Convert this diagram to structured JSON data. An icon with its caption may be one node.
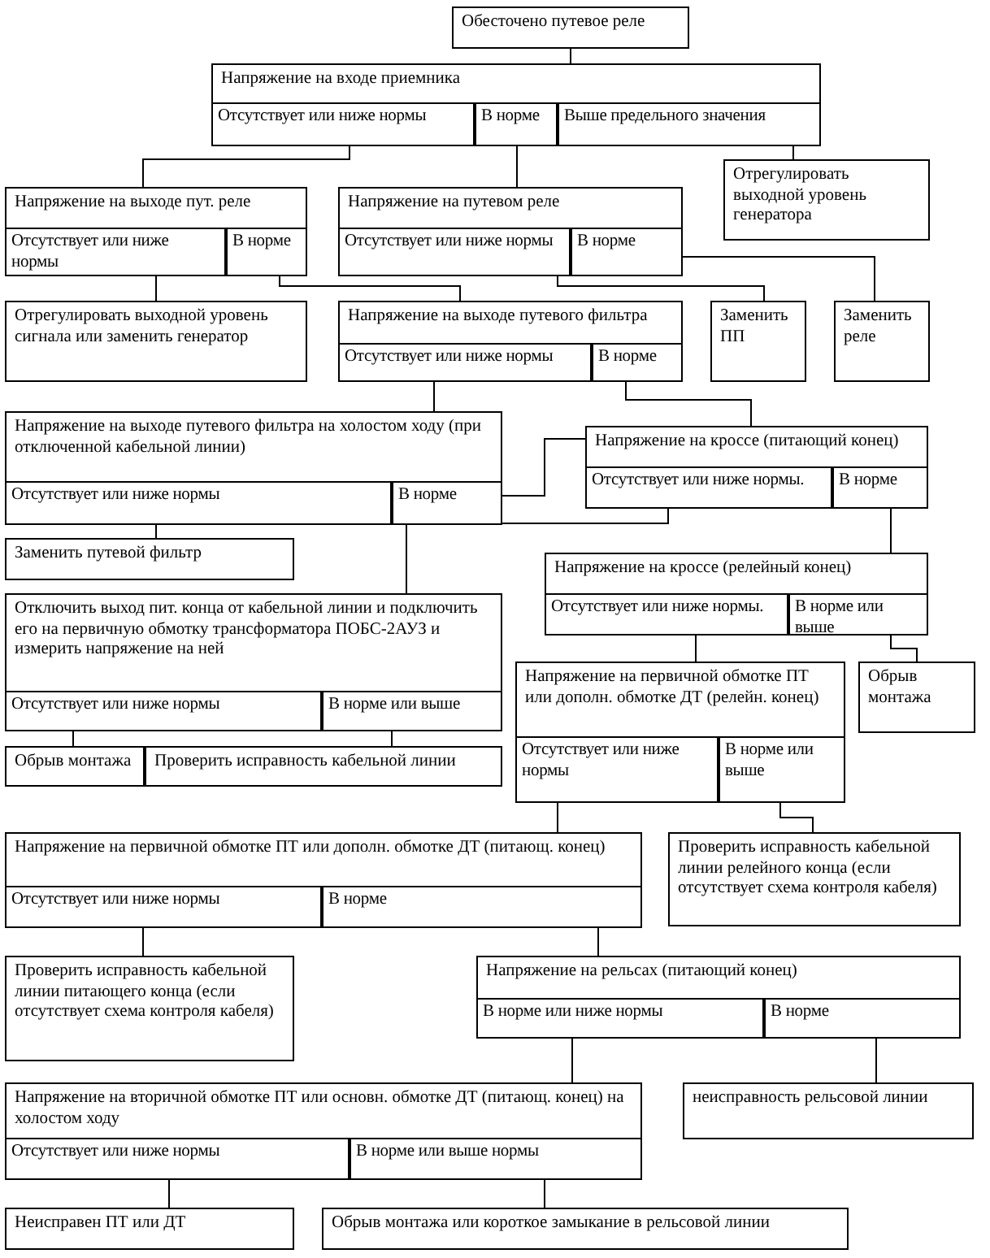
{
  "diagram": {
    "nodes": [
      {
        "text": [
          "Обесточено путевое реле"
        ]
      },
      {
        "text": [
          "Напряжение на входе приемника"
        ]
      },
      {
        "text": [
          "Отсутствует или ниже нормы"
        ],
        "in": 1
      },
      {
        "text": [
          "В норме"
        ],
        "in": 1
      },
      {
        "text": [
          "Выше предельного значения"
        ],
        "in": 1
      },
      {
        "text": [
          "Напряжение на выходе пут. реле"
        ]
      },
      {
        "text": [
          "Отсутствует или ниже нормы"
        ],
        "in": 5
      },
      {
        "text": [
          "В норме"
        ],
        "in": 5
      },
      {
        "text": [
          "Напряжение на путевом реле"
        ]
      },
      {
        "text": [
          "Отсутствует или ниже нормы"
        ],
        "in": 8
      },
      {
        "text": [
          "В норме"
        ],
        "in": 8
      },
      {
        "text": [
          "Отрегулировать выходной уровень генератора"
        ]
      },
      {
        "text": [
          "Отрегулировать выходной уровень сигнала или заменить генератор"
        ]
      },
      {
        "text": [
          "Напряжение на выходе путевого фильтра"
        ]
      },
      {
        "text": [
          "Отсутствует или ниже нормы"
        ],
        "in": 13
      },
      {
        "text": [
          "В норме"
        ],
        "in": 13
      },
      {
        "text": [
          "Заменить ПП"
        ]
      },
      {
        "text": [
          "Заменить реле"
        ]
      },
      {
        "text": [
          "Напряжение на выходе путевого фильтра на холостом ходу (при отключенной кабельной линии)"
        ]
      },
      {
        "text": [
          "Отсутствует или ниже нормы"
        ],
        "in": 18
      },
      {
        "text": [
          "В норме"
        ],
        "in": 18
      },
      {
        "text": [
          "Напряжение на кроссе (питающий конец)"
        ]
      },
      {
        "text": [
          "Отсутствует или ниже нормы."
        ],
        "in": 21
      },
      {
        "text": [
          "В норме"
        ],
        "in": 21
      },
      {
        "text": [
          "Заменить путевой фильтр"
        ]
      },
      {
        "text": [
          "Напряжение на кроссе (релейный конец)"
        ]
      },
      {
        "text": [
          "Отсутствует или ниже нормы."
        ],
        "in": 25
      },
      {
        "text": [
          "В норме или выше"
        ],
        "in": 25
      },
      {
        "text": [
          "Отключить выход пит. конца от кабельной линии и подключить его на первичную обмотку трансформатора ПОБС-2АУЗ и измерить напряжение на ней"
        ]
      },
      {
        "text": [
          "Отсутствует или ниже нормы"
        ],
        "in": 28
      },
      {
        "text": [
          "В норме или выше"
        ],
        "in": 28
      },
      {
        "text": [
          "Напряжение на первичной обмотке ПТ или дополн. обмотке ДТ (релейн. конец)"
        ]
      },
      {
        "text": [
          "Отсутствует или ниже нормы"
        ],
        "in": 31
      },
      {
        "text": [
          "В норме или выше"
        ],
        "in": 31
      },
      {
        "text": [
          "Обрыв монтажа"
        ]
      },
      {
        "text": [
          "Обрыв монтажа"
        ]
      },
      {
        "text": [
          "Проверить исправность кабельной линии"
        ]
      },
      {
        "text": [
          "Напряжение на первичной обмотке ПТ или дополн. обмотке ДТ (питающ. конец)"
        ]
      },
      {
        "text": [
          "Отсутствует или ниже нормы"
        ],
        "in": 37
      },
      {
        "text": [
          "В норме"
        ],
        "in": 37
      },
      {
        "text": [
          "Проверить исправность кабельной линии релейного конца (если отсутствует схема контроля кабеля)"
        ]
      },
      {
        "text": [
          "Проверить исправность кабельной линии питающего конца (если отсутствует схема контроля кабеля)"
        ]
      },
      {
        "text": [
          "Напряжение на рельсах (питающий конец)"
        ]
      },
      {
        "text": [
          "В норме или ниже нормы"
        ],
        "in": 42
      },
      {
        "text": [
          "В норме"
        ],
        "in": 42
      },
      {
        "text": [
          "Напряжение на вторичной обмотке ПТ или основн. обмотке ДТ (питающ. конец) на холостом ходу"
        ]
      },
      {
        "text": [
          "Отсутствует или ниже нормы"
        ],
        "in": 45
      },
      {
        "text": [
          "В норме или выше нормы"
        ],
        "in": 45
      },
      {
        "text": [
          "неисправность рельсовой линии"
        ]
      },
      {
        "text": [
          "Неисправен ПТ или ДТ"
        ]
      },
      {
        "text": [
          "Обрыв монтажа или короткое замыкание в рельсовой линии"
        ]
      }
    ],
    "edges": [
      {
        "from": 0,
        "to": 1,
        "arrow": "none"
      },
      {
        "from": 2,
        "to": 5,
        "arrow": "none"
      },
      {
        "from": 3,
        "to": 8,
        "arrow": "none"
      },
      {
        "from": 4,
        "to": 11,
        "arrow": "none"
      },
      {
        "from": 6,
        "to": 12,
        "arrow": "none"
      },
      {
        "from": 7,
        "to": 13,
        "arrow": "none"
      },
      {
        "from": 9,
        "to": 16,
        "arrow": "none"
      },
      {
        "from": 10,
        "to": 17,
        "arrow": "none"
      },
      {
        "from": 14,
        "to": 18,
        "arrow": "none"
      },
      {
        "from": 15,
        "to": 21,
        "arrow": "none"
      },
      {
        "from": 19,
        "to": 24,
        "arrow": "none"
      },
      {
        "from": 20,
        "to": 21,
        "arrow": "none"
      },
      {
        "from": 22,
        "to": 28,
        "arrow": "none"
      },
      {
        "from": 23,
        "to": 25,
        "arrow": "none"
      },
      {
        "from": 26,
        "to": 31,
        "arrow": "none"
      },
      {
        "from": 27,
        "to": 34,
        "arrow": "none"
      },
      {
        "from": 29,
        "to": 35,
        "arrow": "none"
      },
      {
        "from": 30,
        "to": 36,
        "arrow": "none"
      },
      {
        "from": 32,
        "to": 37,
        "arrow": "none"
      },
      {
        "from": 33,
        "to": 40,
        "arrow": "none"
      },
      {
        "from": 38,
        "to": 41,
        "arrow": "none"
      },
      {
        "from": 39,
        "to": 42,
        "arrow": "none"
      },
      {
        "from": 43,
        "to": 45,
        "arrow": "none"
      },
      {
        "from": 44,
        "to": 48,
        "arrow": "none"
      },
      {
        "from": 46,
        "to": 49,
        "arrow": "none"
      },
      {
        "from": 47,
        "to": 50,
        "arrow": "none"
      }
    ]
  }
}
